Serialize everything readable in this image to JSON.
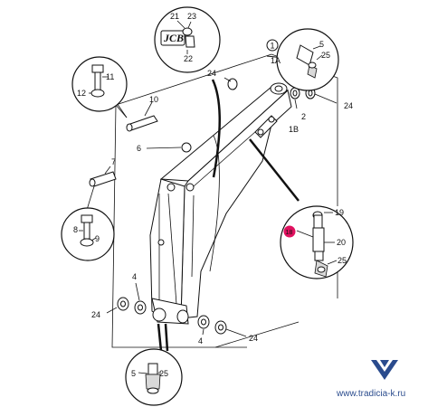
{
  "callouts": {
    "c1": "21",
    "c2": "23",
    "c3": "22",
    "c4": "24",
    "c5": "1",
    "c6": "1A",
    "c7": "5",
    "c8": "25",
    "c9": "2",
    "c10": "24",
    "c11": "1B",
    "c12": "11",
    "c13": "12",
    "c14": "10",
    "c15": "6",
    "c16": "7",
    "c17": "8",
    "c18": "9",
    "c19": "19",
    "c20": "18",
    "c21": "20",
    "c22": "25",
    "c23": "4",
    "c24": "24",
    "c25": "4",
    "c26": "24",
    "c27": "5",
    "c28": "25"
  },
  "logo": "JCB",
  "watermark": "www.tradicia-k.ru",
  "colors": {
    "highlight": "#e0115f",
    "watermark": "#2a4b8d",
    "ink": "#111111"
  }
}
